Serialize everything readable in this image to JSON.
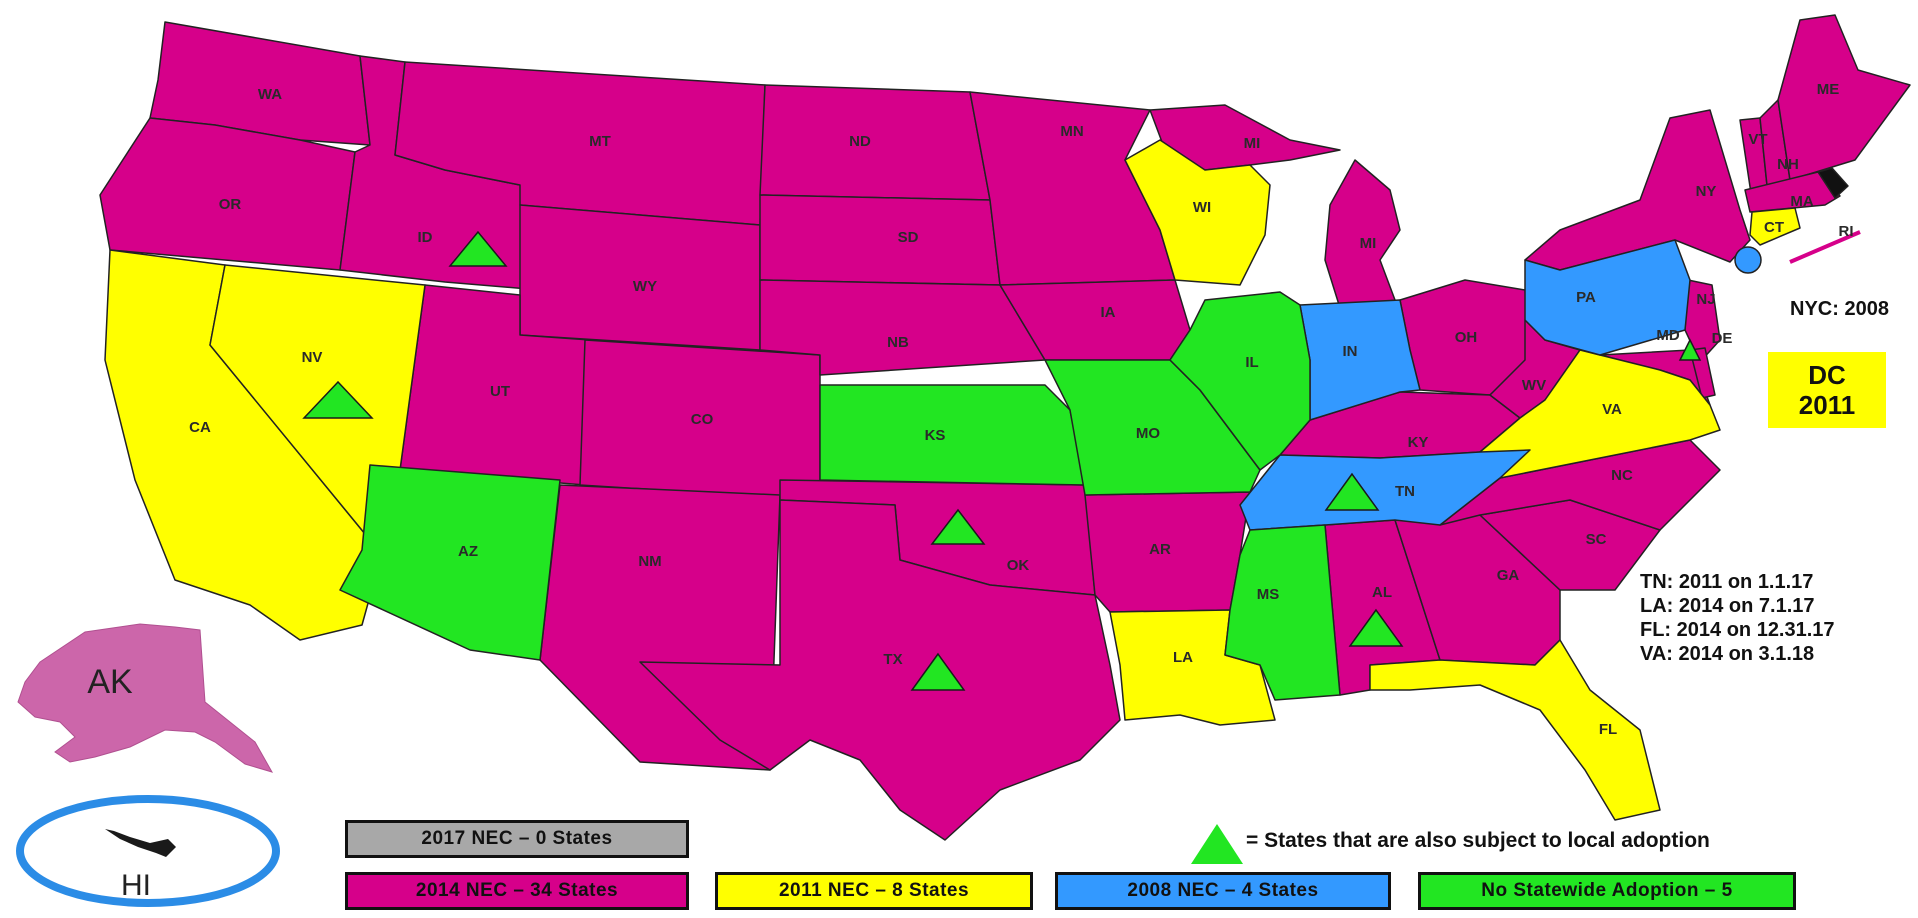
{
  "colors": {
    "nec_2017": "#a8a8a8",
    "nec_2014": "#d6008a",
    "nec_2011": "#ffff00",
    "nec_2008": "#3399ff",
    "none": "#22e622",
    "alaska": "#cc66aa",
    "hawaii_ring": "#2b8ce6"
  },
  "states": {
    "WA": "WA",
    "OR": "OR",
    "CA": "CA",
    "NV": "NV",
    "ID": "ID",
    "MT": "MT",
    "WY": "WY",
    "UT": "UT",
    "CO": "CO",
    "AZ": "AZ",
    "NM": "NM",
    "ND": "ND",
    "SD": "SD",
    "NE": "NB",
    "KS": "KS",
    "OK": "OK",
    "TX": "TX",
    "MN": "MN",
    "IA": "IA",
    "MO": "MO",
    "AR": "AR",
    "LA": "LA",
    "WI": "WI",
    "IL": "IL",
    "MS": "MS",
    "MI_UP": "MI",
    "MI": "MI",
    "IN": "IN",
    "OH": "OH",
    "KY": "KY",
    "TN": "TN",
    "AL": "AL",
    "GA": "GA",
    "FL": "FL",
    "SC": "SC",
    "NC": "NC",
    "VA": "VA",
    "WV": "WV",
    "PA": "PA",
    "NY": "NY",
    "NJ": "NJ",
    "MD": "MD",
    "DE": "DE",
    "CT": "CT",
    "RI": "RI",
    "MA": "MA",
    "VT": "VT",
    "NH": "NH",
    "ME": "ME",
    "AK": "AK",
    "HI": "HI"
  },
  "annotations": {
    "nyc": "NYC: 2008",
    "dc_line1": "DC",
    "dc_line2": "2011",
    "notes": [
      "TN: 2011 on 1.1.17",
      "LA: 2014 on 7.1.17",
      "FL: 2014 on 12.31.17",
      "VA: 2014 on 3.1.18"
    ]
  },
  "legend": {
    "nec_2017": "2017 NEC – 0 States",
    "nec_2014": "2014 NEC – 34 States",
    "nec_2011": "2011 NEC – 8 States",
    "nec_2008": "2008 NEC – 4 States",
    "none": "No Statewide Adoption – 5",
    "local": "= States that are also subject to local adoption"
  }
}
